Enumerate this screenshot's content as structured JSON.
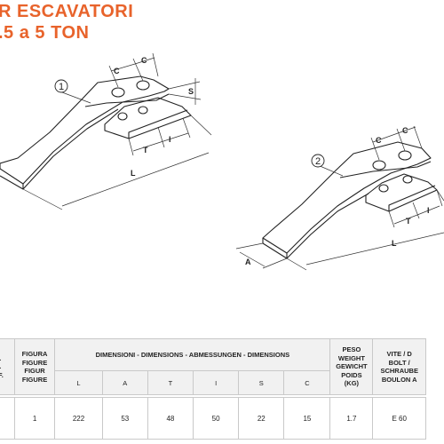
{
  "title": {
    "line1": "R ESCAVATORI",
    "line2": ".5 a 5 TON"
  },
  "drawing": {
    "figure1_number": "1",
    "figure2_number": "2",
    "dim_labels": {
      "C": "C",
      "S": "S",
      "T": "T",
      "I": "I",
      "L": "L",
      "A": "A"
    }
  },
  "table": {
    "headers": {
      "ref_lines": [
        "F.",
        "F.",
        "EF."
      ],
      "figure_lines": [
        "FIGURA",
        "FIGURE",
        "FIGUR",
        "FIGURE"
      ],
      "dimensions_title": "DIMENSIONI - DIMENSIONS - ABMESSUNGEN - DIMENSIONS",
      "weight_lines": [
        "PESO",
        "WEIGHT",
        "GEWICHT",
        "POIDS",
        "(KG)"
      ],
      "bolt_lines": [
        "VITE / D",
        "BOLT /",
        "SCHRAUBE",
        "BOULON A"
      ]
    },
    "dim_columns": [
      "L",
      "A",
      "T",
      "I",
      "S",
      "C"
    ],
    "row": {
      "ref": "",
      "figure": "1",
      "L": "222",
      "A": "53",
      "T": "48",
      "I": "50",
      "S": "22",
      "C": "15",
      "weight": "1.7",
      "bolt": "E 60"
    }
  }
}
